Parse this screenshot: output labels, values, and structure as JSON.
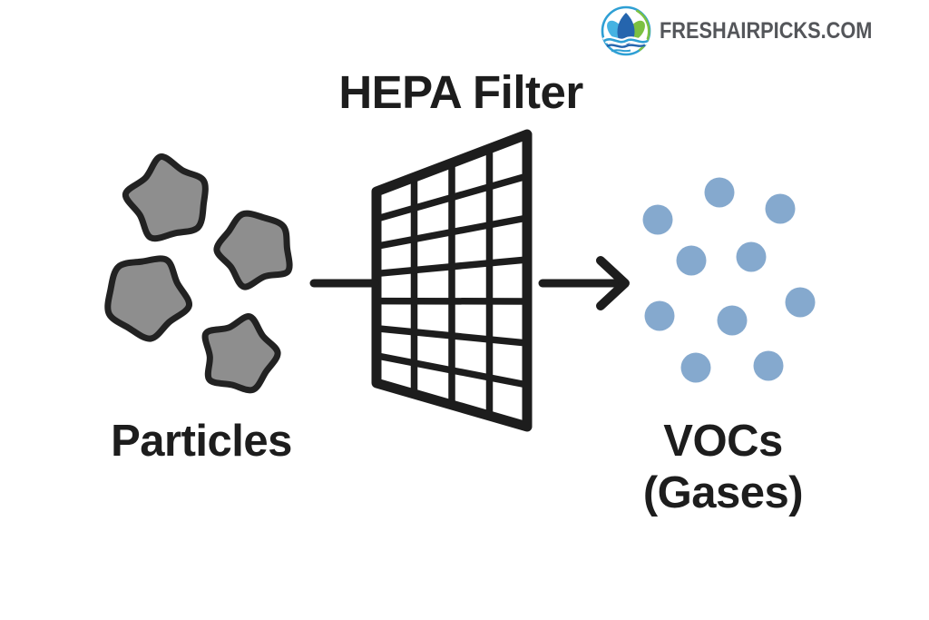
{
  "logo": {
    "text": "FRESHAIRPICKS.COM",
    "icon": "lotus-leaves-water-circle"
  },
  "diagram": {
    "title": "HEPA Filter",
    "left_label": "Particles",
    "right_label_line1": "VOCs",
    "right_label_line2": "(Gases)",
    "particle_count": 4,
    "voc_dot_count": 10,
    "colors": {
      "ink": "#1d1d1d",
      "particle_fill": "#8e8e8e",
      "particle_stroke": "#222222",
      "voc_dot_blue": "#85a9ce",
      "logo_text_gray": "#54565a",
      "logo_blue": "#2e9fd4",
      "logo_light_blue": "#45b2e2",
      "logo_dark_blue": "#2565ae",
      "logo_green": "#7cc142"
    }
  }
}
